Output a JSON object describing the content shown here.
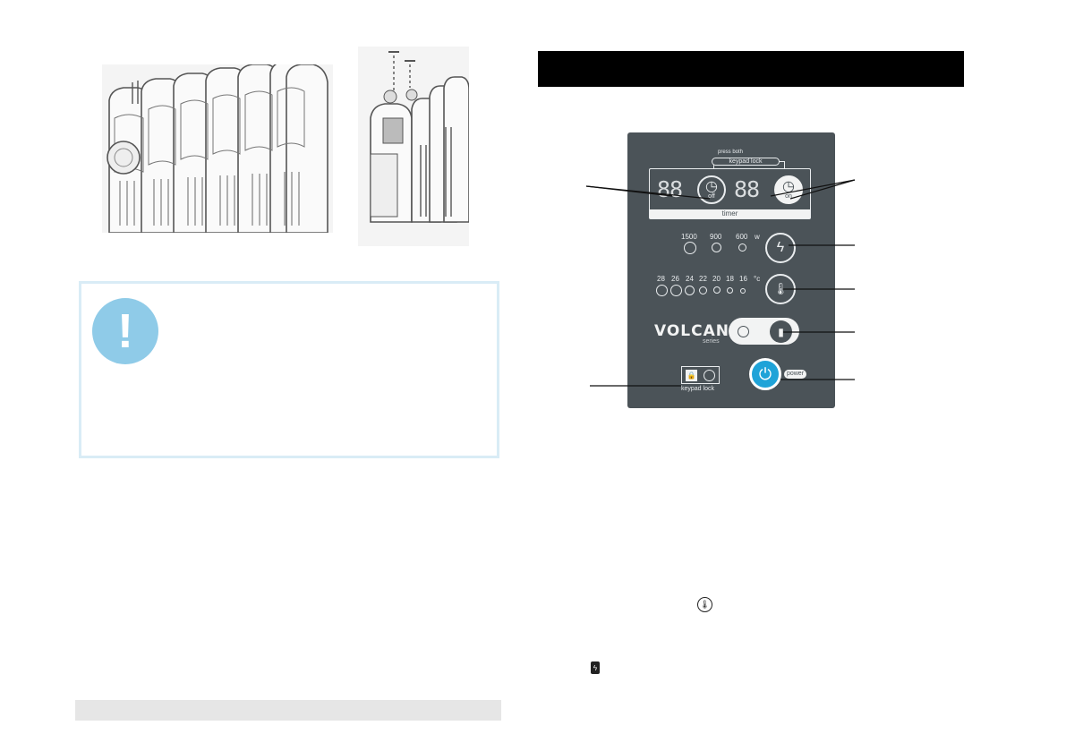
{
  "panel": {
    "press_both": "press both",
    "keypad_lock_top": "keypad lock",
    "digits_left": "88",
    "digits_right": "88",
    "clock_glyph": "◷",
    "off_label": "off",
    "on_label": "on",
    "timer_label": "timer",
    "power_levels": [
      "1500",
      "900",
      "600"
    ],
    "power_unit": "w",
    "temps": [
      "28",
      "26",
      "24",
      "22",
      "20",
      "18",
      "16"
    ],
    "temp_unit": "°c",
    "brand": "VOLCANO",
    "brand_sub": "series",
    "keypad_lock_bottom": "keypad lock",
    "power_label": "power"
  },
  "icons": {
    "warning": "!",
    "lightning": "ϟ",
    "thermometer": "🌡",
    "oil": "▮",
    "lock": "🔒",
    "power": "⏻"
  },
  "colors": {
    "panel": "#4b5358",
    "power_blue": "#1fa3d8",
    "warning_blue": "#8fcbe8",
    "warning_border": "#d9ecf6"
  }
}
